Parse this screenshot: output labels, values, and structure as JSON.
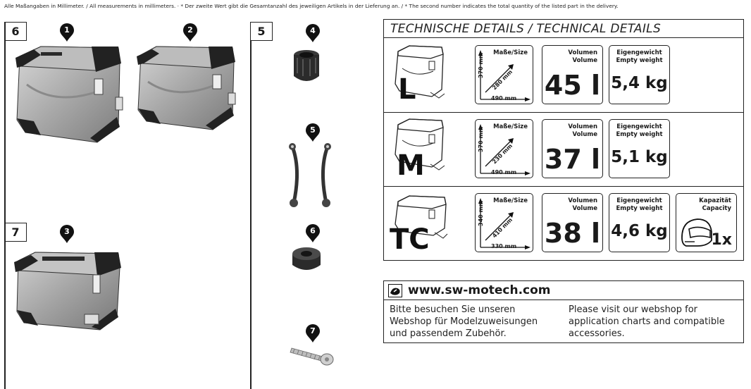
{
  "header_note": "Alle Maßangaben in Millimeter. / All measurements in millimeters.  ·  * Der zweite Wert gibt die Gesamtanzahl des jeweiligen Artikels in der Lieferung an. / * The second number indicates the total quantity of the listed part in the delivery.",
  "sections": {
    "s6": "6",
    "s7": "7",
    "s5": "5"
  },
  "parts": {
    "p1": "1",
    "p2": "2",
    "p3": "3",
    "p4": "4",
    "p5": "5",
    "p6": "6",
    "p7": "7"
  },
  "tech": {
    "title": "TECHNISCHE DETAILS / TECHNICAL DETAILS",
    "size_label": "Maße/Size",
    "volume_label_de": "Volumen",
    "volume_label_en": "Volume",
    "weight_label_de": "Eigengewicht",
    "weight_label_en": "Empty weight",
    "capacity_label_de": "Kapazität",
    "capacity_label_en": "Capacity",
    "rows": [
      {
        "letter": "L",
        "height": "370 mm",
        "depth": "280 mm",
        "width": "490 mm",
        "volume": "45 l",
        "weight": "5,4 kg"
      },
      {
        "letter": "M",
        "height": "370 mm",
        "depth": "230 mm",
        "width": "490 mm",
        "volume": "37 l",
        "weight": "5,1 kg"
      },
      {
        "letter": "TC",
        "height": "340 mm",
        "depth": "410 mm",
        "width": "330 mm",
        "volume": "38 l",
        "weight": "4,6 kg",
        "capacity": "1x"
      }
    ]
  },
  "web": {
    "url": "www.sw-motech.com",
    "text_de": "Bitte besuchen Sie unseren Webshop für Modelzuweisungen und passendem Zubehör.",
    "text_en": "Please visit our webshop for application charts and compatible accessories."
  }
}
